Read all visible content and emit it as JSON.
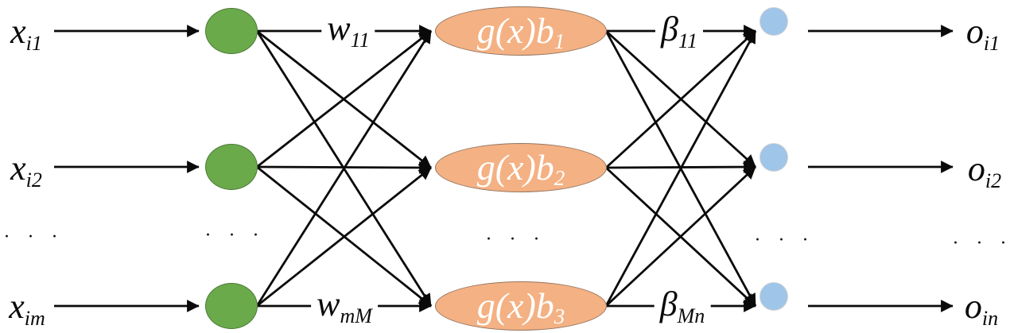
{
  "diagram": {
    "type": "neural-network-elm",
    "dots": ". . .",
    "colors": {
      "input_node": "#6aaa4b",
      "hidden_node": "#f4b183",
      "output_node": "#9fc5e8",
      "connector": "#0a0a0a",
      "hidden_label_text": "#ffffff"
    },
    "inputs": [
      {
        "base": "x",
        "sub": "i1"
      },
      {
        "base": "x",
        "sub": "i2"
      },
      {
        "base": "x",
        "sub": "im"
      }
    ],
    "input_weights": [
      {
        "base": "w",
        "sub": "11"
      },
      {
        "base": "w",
        "sub": "mM"
      }
    ],
    "hidden": [
      {
        "base": "g(x)b",
        "sub": "1"
      },
      {
        "base": "g(x)b",
        "sub": "2"
      },
      {
        "base": "g(x)b",
        "sub": "3"
      }
    ],
    "output_weights": [
      {
        "base": "β",
        "sub": "11"
      },
      {
        "base": "β",
        "sub": "Mn"
      }
    ],
    "outputs": [
      {
        "base": "o",
        "sub": "i1"
      },
      {
        "base": "o",
        "sub": "i2"
      },
      {
        "base": "o",
        "sub": "in"
      }
    ]
  }
}
